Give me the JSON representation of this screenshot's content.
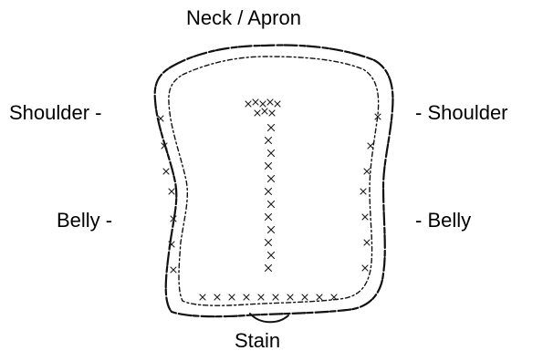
{
  "labels": {
    "top": "Neck / Apron",
    "shoulder_left": "Shoulder -",
    "shoulder_right": "- Shoulder",
    "belly_left": "Belly -",
    "belly_right": "- Belly",
    "bottom": "Stain"
  },
  "colors": {
    "background": "#ffffff",
    "ink": "#111111"
  }
}
